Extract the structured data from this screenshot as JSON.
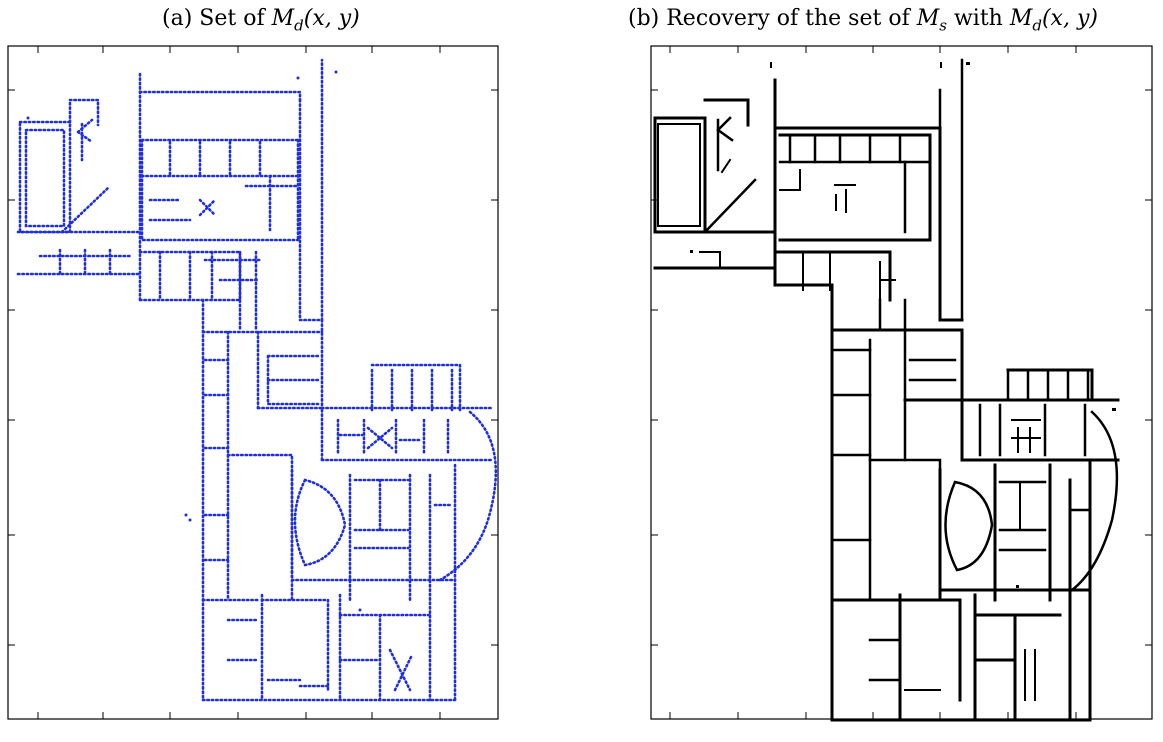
{
  "panels": [
    {
      "id": "a",
      "title_prefix": "(a) Set of ",
      "title_symbol": "M",
      "title_subscript": "d",
      "title_suffix": "(x, y)",
      "point_color": "#1f2fe0"
    },
    {
      "id": "b",
      "title_prefix": "(b) Recovery of the set of ",
      "title_symbol": "M",
      "title_subscript": "s",
      "title_mid": " with ",
      "title_symbol2": "M",
      "title_subscript2": "d",
      "title_suffix": "(x, y)",
      "line_color": "#000000"
    }
  ]
}
